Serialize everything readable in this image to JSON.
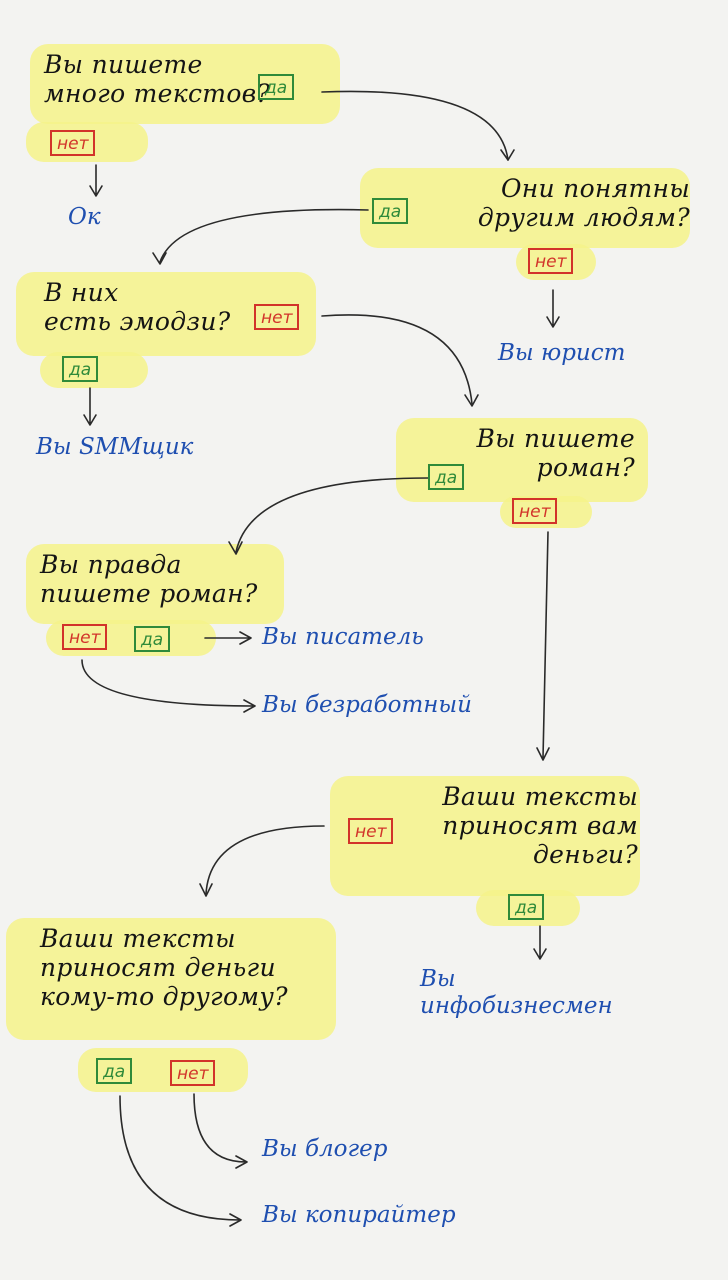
{
  "labels": {
    "yes": "да",
    "no": "нет"
  },
  "questions": {
    "q1": "Вы пишете\nмного текстов?",
    "q2": "Они понятны\nдругим людям?",
    "q3": "В них\nесть эмодзи?",
    "q4": "Вы пишете\nроман?",
    "q5": "Вы правда\nпишете роман?",
    "q6": "Ваши тексты\nприносят вам\nденьги?",
    "q7": "Ваши тексты\nприносят деньги\nкому-то другому?"
  },
  "results": {
    "ok": "Ок",
    "lawyer": "Вы юрист",
    "smm": "Вы SMMщик",
    "writer": "Вы писатель",
    "unemployed": "Вы безработный",
    "infobiz": "Вы\nинфобизнесмен",
    "blogger": "Вы блогер",
    "copywriter": "Вы копирайтер"
  },
  "colors": {
    "highlight": "#f4f28a",
    "yes": "#2f8a3a",
    "no": "#d2332a",
    "result": "#1f4fb0",
    "ink": "#141414"
  }
}
